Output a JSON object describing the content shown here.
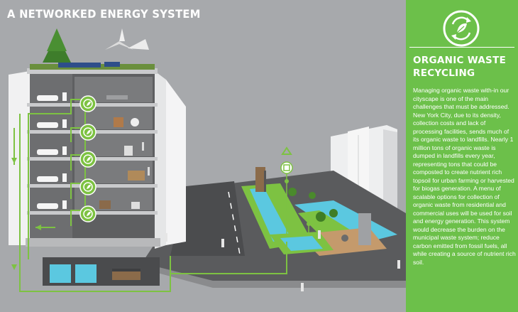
{
  "page": {
    "title": "A NETWORKED ENERGY SYSTEM"
  },
  "panel": {
    "icon": "recycle-leaf-icon",
    "heading_line1": "ORGANIC WASTE",
    "heading_line2": "RECYCLING",
    "body": "Managing organic waste with-in our cityscape is one of the main challenges that must be addressed. New York City, due to its density, collection costs and lack of processing facilities, sends much of its organic waste to landfills. Nearly 1 million tons of organic waste is dumped in landfills every year, representing tons that could be composted to create nutrient rich topsoil for urban farming or harvested for biogas generation. A menu of scalable options for collection of organic waste from residential and commercial uses will be used for soil and energy generation. This system would decrease the burden on the municipal waste system; reduce carbon emitted from fossil fuels, all while creating a source of nutrient rich soil."
  },
  "colors": {
    "background": "#a7a9ac",
    "panel": "#6cc04a",
    "accent_green": "#7dc242",
    "water": "#5bc8e0"
  },
  "diagram": {
    "floor_icons": [
      "recycle-leaf-icon",
      "recycle-leaf-icon",
      "recycle-leaf-icon",
      "recycle-leaf-icon",
      "recycle-leaf-icon"
    ],
    "street_icons": [
      "recycle-icon",
      "compost-bin-icon"
    ]
  }
}
